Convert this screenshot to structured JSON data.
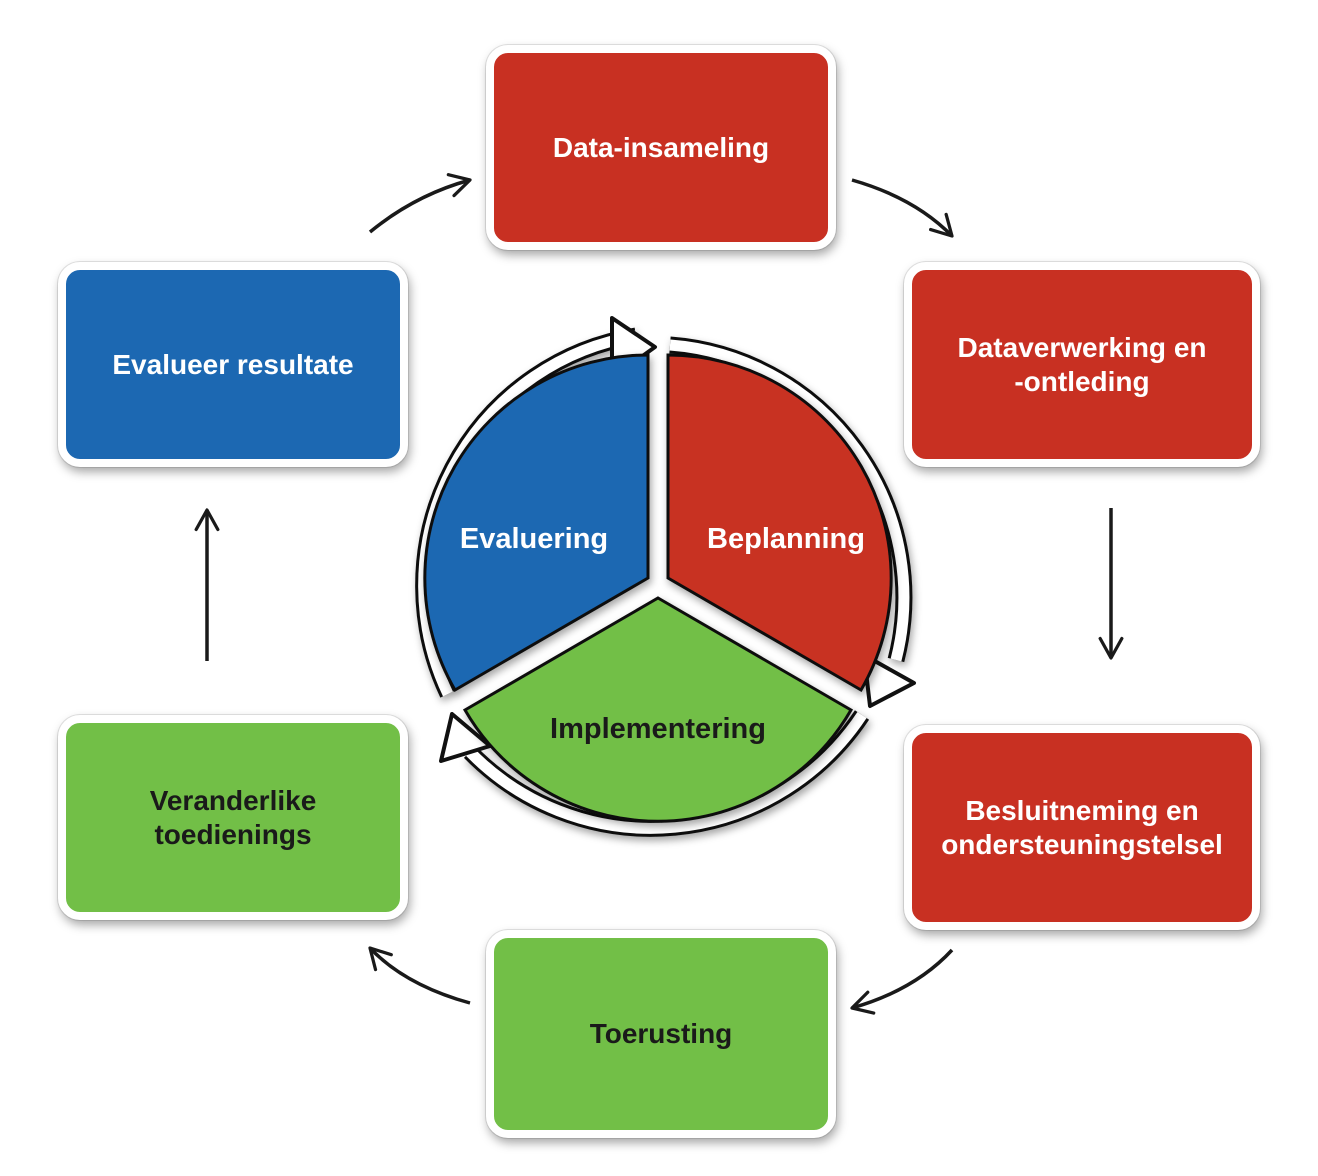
{
  "outer_cycle": {
    "steps": [
      {
        "label": "Data-insameling"
      },
      {
        "label": "Dataverwerking en\n-ontleding"
      },
      {
        "label": "Besluitneming en\nondersteuningstelsel"
      },
      {
        "label": "Toerusting"
      },
      {
        "label": "Veranderlike\ntoedienings"
      },
      {
        "label": "Evalueer resultate"
      }
    ]
  },
  "inner_cycle": {
    "segments": [
      {
        "label": "Evaluering"
      },
      {
        "label": "Beplanning"
      },
      {
        "label": "Implementering"
      }
    ]
  },
  "colors": {
    "red": "#c83022",
    "blue": "#1c68b2",
    "green": "#72bf47"
  }
}
